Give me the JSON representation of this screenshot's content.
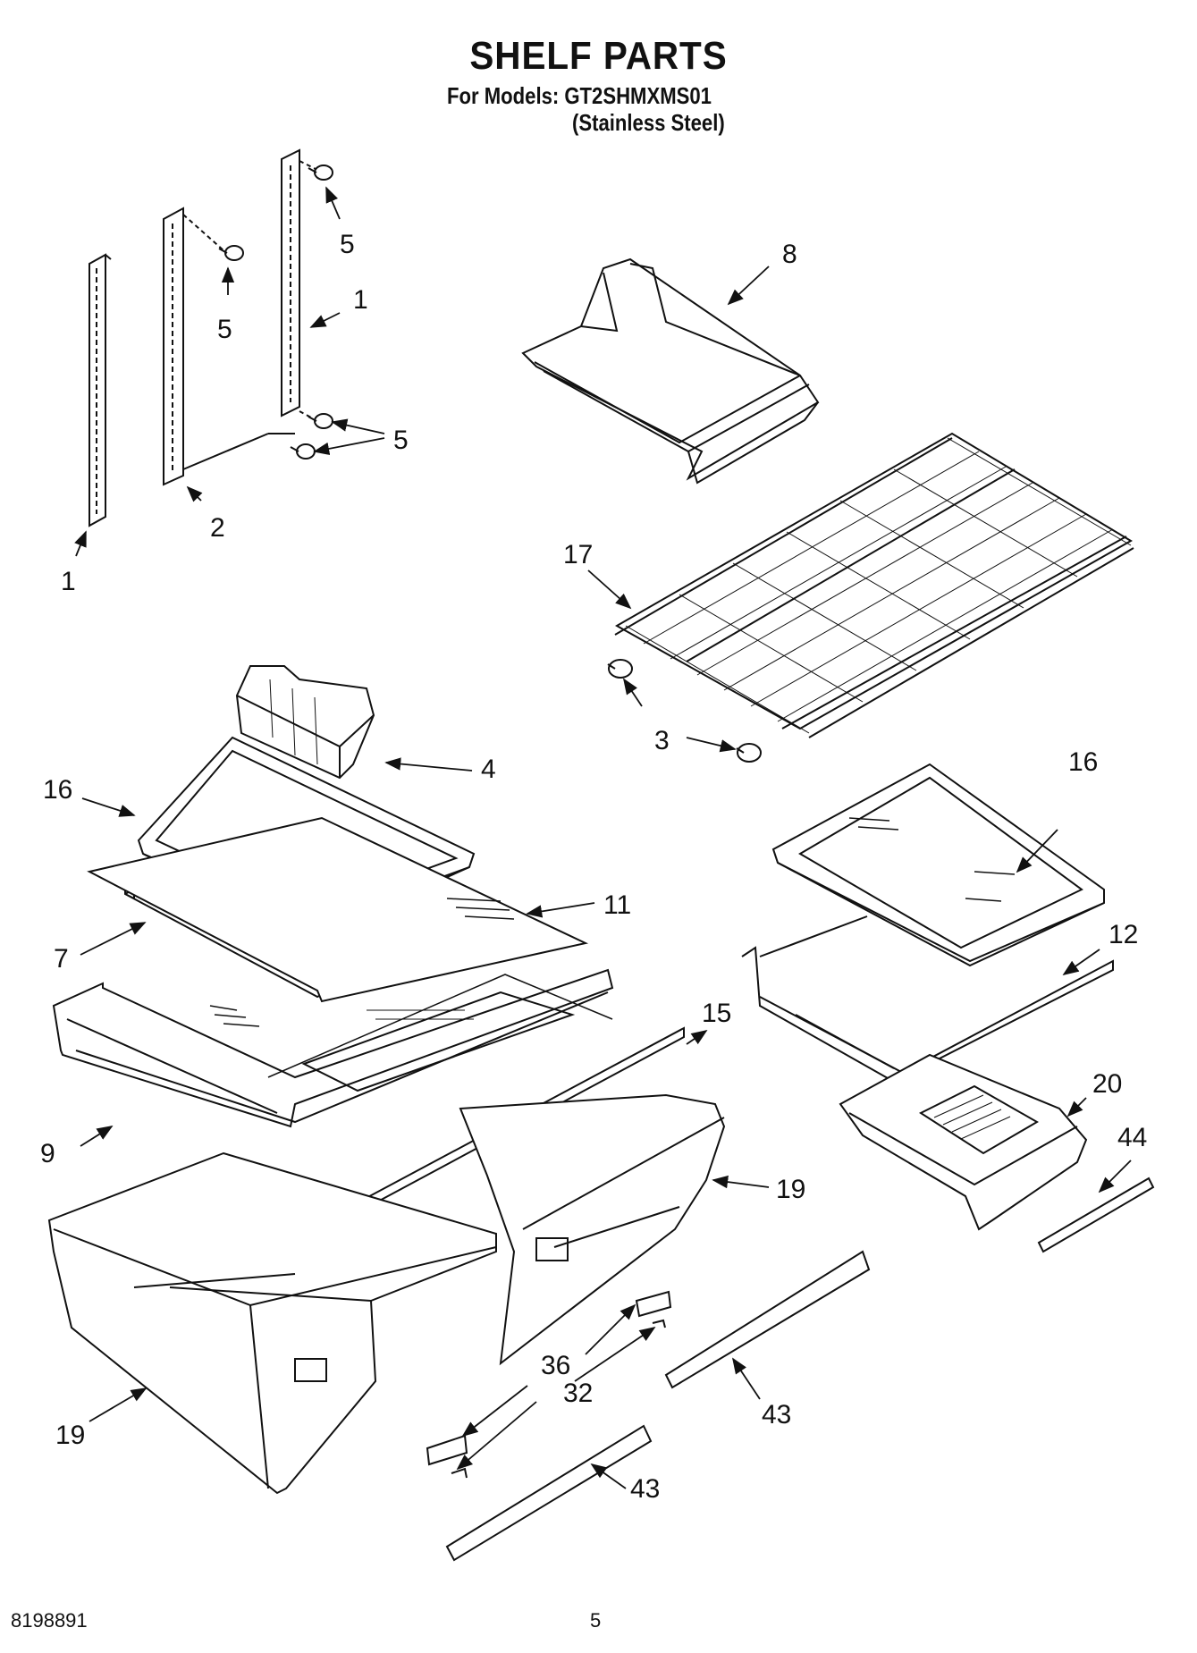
{
  "header": {
    "title": "SHELF PARTS",
    "models": "For Models: GT2SHMXMS01",
    "finish": "(Stainless Steel)"
  },
  "callouts": {
    "c1a": "1",
    "c1b": "1",
    "c2": "2",
    "c3": "3",
    "c4": "4",
    "c5a": "5",
    "c5b": "5",
    "c5c": "5",
    "c7": "7",
    "c8": "8",
    "c9": "9",
    "c11": "11",
    "c12": "12",
    "c15": "15",
    "c16a": "16",
    "c16b": "16",
    "c17": "17",
    "c19a": "19",
    "c19b": "19",
    "c20": "20",
    "c32": "32",
    "c36": "36",
    "c43a": "43",
    "c43b": "43",
    "c44": "44"
  },
  "footer": {
    "doc_number": "8198891",
    "page": "5"
  }
}
